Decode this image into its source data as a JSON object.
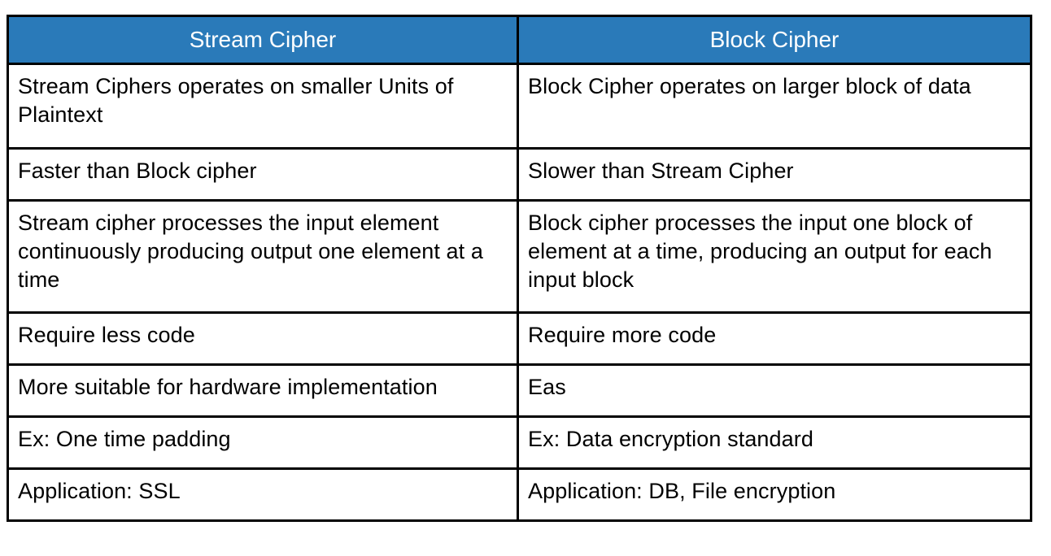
{
  "table": {
    "name": "stream-cipher-vs-block-cipher-comparison",
    "accent_color": "#2a7ab9",
    "header_text_color": "#ffffff",
    "body_text_color": "#000000",
    "border_color": "#000000",
    "columns": [
      {
        "label": "Stream Cipher"
      },
      {
        "label": "Block Cipher"
      }
    ],
    "rows": [
      {
        "left": "Stream Ciphers operates on smaller Units of Plaintext",
        "right": "Block Cipher operates on larger block of data"
      },
      {
        "left": "Faster than Block cipher",
        "right": "Slower than Stream Cipher"
      },
      {
        "left": "Stream cipher processes the input element continuously producing output one element at a time",
        "right": "Block cipher processes the input one block of element at a time, producing an output for each input block"
      },
      {
        "left": "Require less code",
        "right": "Require more code"
      },
      {
        "left": "More suitable for hardware implementation",
        "right": "Eas"
      },
      {
        "left": "Ex: One time padding",
        "right": "Ex: Data encryption standard"
      },
      {
        "left": "Application: SSL",
        "right": "Application: DB, File encryption"
      }
    ]
  }
}
